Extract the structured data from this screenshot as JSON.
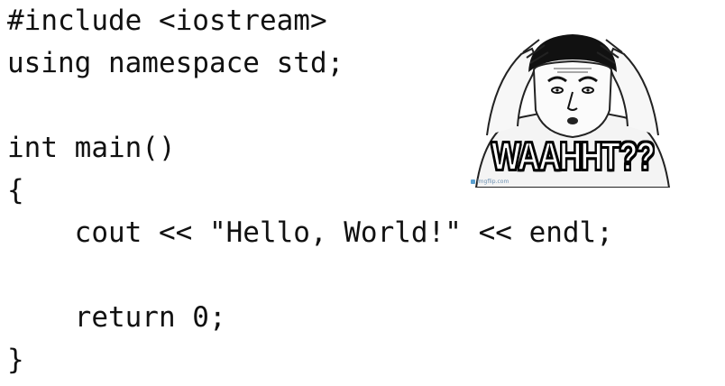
{
  "code_lines": [
    "#include <iostream>",
    "using namespace std;",
    "",
    "int main()",
    "{",
    "    cout << \"Hello, World!\" << endl;",
    "",
    "    return 0;",
    "}"
  ],
  "meme": {
    "caption": "WAAHHT??",
    "watermark": "imgflip.com"
  }
}
